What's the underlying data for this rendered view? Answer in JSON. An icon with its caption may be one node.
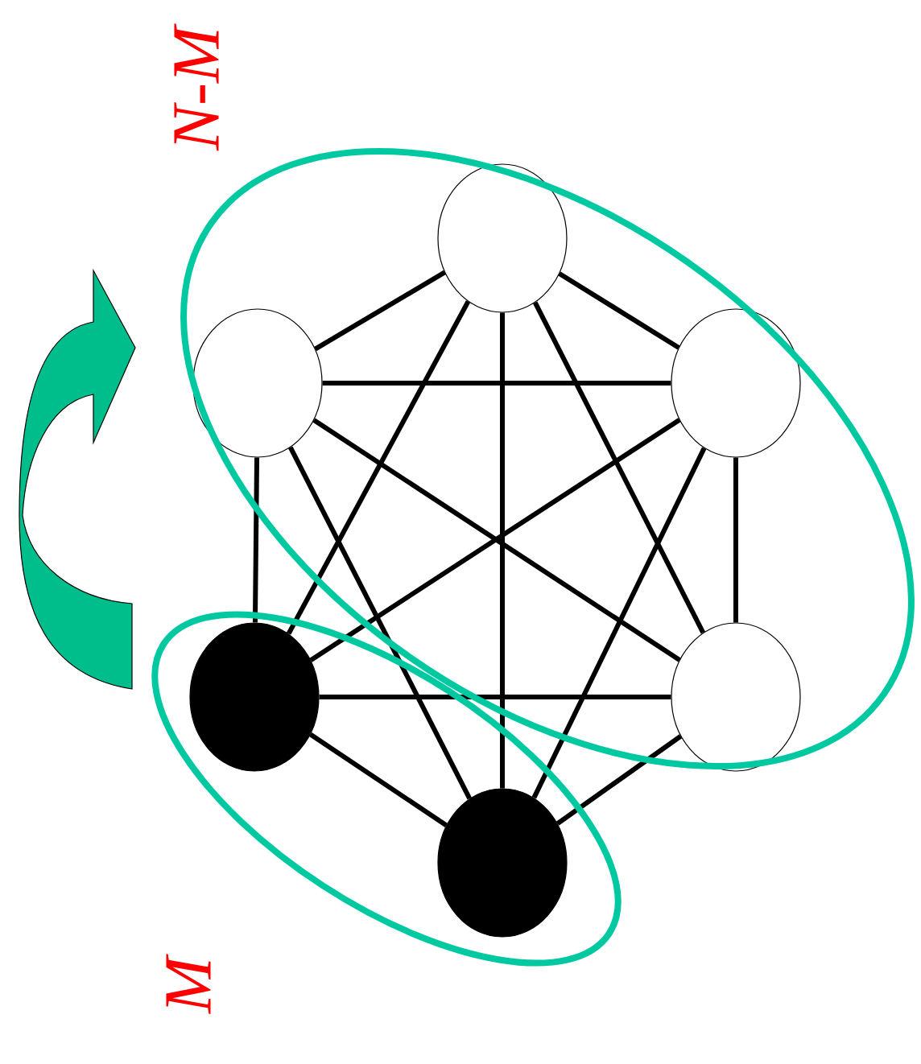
{
  "diagram": {
    "nodes": [
      {
        "text": [],
        "shape": "circle"
      },
      {
        "text": [],
        "shape": "circle"
      },
      {
        "text": [],
        "shape": "circle"
      },
      {
        "text": [],
        "shape": "circle"
      },
      {
        "text": [],
        "shape": "circle"
      },
      {
        "text": [],
        "shape": "circle"
      }
    ],
    "edges": [
      {
        "from": 0,
        "to": 1,
        "arrow": "none"
      },
      {
        "from": 0,
        "to": 2,
        "arrow": "none"
      },
      {
        "from": 0,
        "to": 3,
        "arrow": "none"
      },
      {
        "from": 0,
        "to": 4,
        "arrow": "none"
      },
      {
        "from": 0,
        "to": 5,
        "arrow": "none"
      },
      {
        "from": 1,
        "to": 2,
        "arrow": "none"
      },
      {
        "from": 1,
        "to": 3,
        "arrow": "none"
      },
      {
        "from": 1,
        "to": 4,
        "arrow": "none"
      },
      {
        "from": 1,
        "to": 5,
        "arrow": "none"
      },
      {
        "from": 2,
        "to": 3,
        "arrow": "none"
      },
      {
        "from": 2,
        "to": 4,
        "arrow": "none"
      },
      {
        "from": 2,
        "to": 5,
        "arrow": "none"
      },
      {
        "from": 3,
        "to": 4,
        "arrow": "none"
      },
      {
        "from": 3,
        "to": 5,
        "arrow": "none"
      },
      {
        "from": 4,
        "to": 5,
        "arrow": "none"
      }
    ],
    "labels": [
      "N-M",
      "M"
    ]
  }
}
